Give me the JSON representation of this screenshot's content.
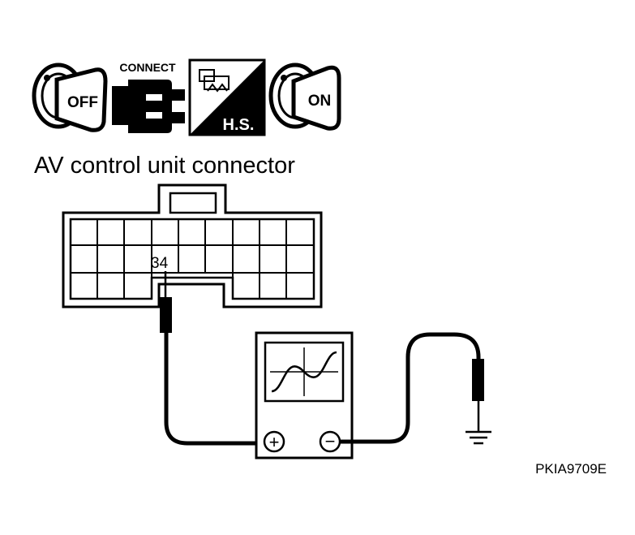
{
  "icons": {
    "key_off_label": "OFF",
    "connect_label": "CONNECT",
    "hs_label": "H.S.",
    "key_on_label": "ON"
  },
  "diagram": {
    "connector_title": "AV control unit connector",
    "terminal_number": "34",
    "figure_code": "PKIA9709E"
  },
  "meter": {
    "positive_symbol": "+",
    "negative_symbol": "−"
  },
  "colors": {
    "ink": "#000000",
    "background": "#ffffff"
  }
}
